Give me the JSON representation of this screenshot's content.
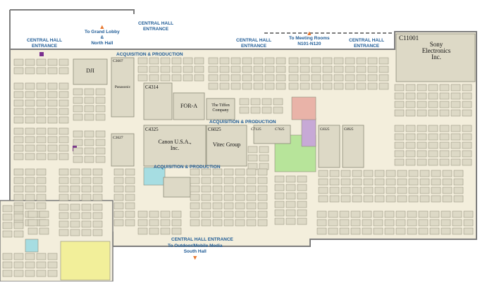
{
  "hall_labels": {
    "ch_entrance_top_left": "CENTRAL HALL\nENTRANCE",
    "ch_entrance_top_mid": "CENTRAL HALL\nENTRANCE",
    "ch_entrance_top_right_1": "CENTRAL HALL\nENTRANCE",
    "ch_entrance_top_right_2": "CENTRAL HALL\nENTRANCE",
    "ch_entrance_bottom": "CENTRAL HALL ENTRANCE"
  },
  "navigation": {
    "grand_lobby": "To Grand Lobby\n&\nNorth Hall",
    "meeting_rooms": "To Meeting Rooms\nN101-N120",
    "outdoor_south": "To Outdoor/Mobile Media\nSouth Hall"
  },
  "zones": {
    "acq_top": "ACQUISITION & PRODUCTION",
    "acq_mid": "ACQUISITION & PRODUCTION",
    "acq_low": "ACQUISITION & PRODUCTION"
  },
  "booths": {
    "sony": {
      "number": "C11001",
      "name": "Sony\nElectronics\nInc."
    },
    "canon": {
      "number": "C4325",
      "name": "Canon U.S.A.,\nInc."
    },
    "vitec": {
      "number": "C6025",
      "name": "Vitec Group"
    },
    "fora": {
      "number": "C4314",
      "name": "FOR-A"
    },
    "tiffen": {
      "number": "",
      "name": "The Tiffen\nCompany"
    },
    "panasonic": {
      "number": "C3607",
      "name": "Panasonic"
    },
    "dji": {
      "number": "",
      "name": "DJI"
    },
    "c3627": {
      "number": "C3627",
      "name": ""
    },
    "c7125": {
      "number": "C7125",
      "name": ""
    },
    "c7625": {
      "number": "C7625",
      "name": ""
    },
    "c8325": {
      "number": "C8325",
      "name": ""
    },
    "c8925": {
      "number": "C8925",
      "name": ""
    }
  },
  "colors": {
    "floor": "#f3eedc",
    "booth_fill": "#ddd9c6",
    "booth_stroke": "#8d8a78",
    "wall": "#7d7d7d",
    "label_blue": "#1e5b96",
    "arrow_orange": "#e8772e",
    "highlight_yellow": "#f2ef9a",
    "highlight_green": "#b7e49a",
    "highlight_purple": "#c7a9d6",
    "highlight_teal": "#a6dde2",
    "highlight_red": "#e9b3a8"
  }
}
